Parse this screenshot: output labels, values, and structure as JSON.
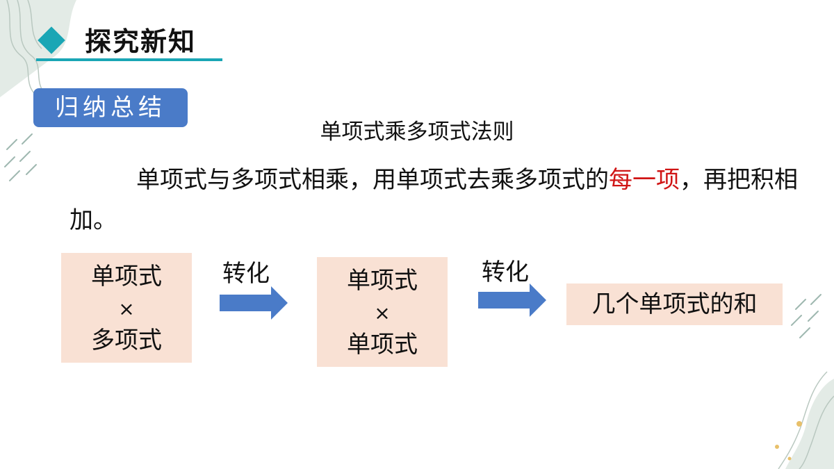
{
  "header": {
    "title": "探究新知"
  },
  "badge": {
    "label": "归纳总结"
  },
  "rule": {
    "title": "单项式乘多项式法则",
    "text_before": "单项式与多项式相乘，用单项式去乘多项式的",
    "highlight": "每一项",
    "text_after": "，再把积相加。"
  },
  "flow": {
    "box1": {
      "top": "单项式",
      "op": "×",
      "bottom": "多项式"
    },
    "arrow1_label": "转化",
    "box2": {
      "top": "单项式",
      "op": "×",
      "bottom": "单项式"
    },
    "arrow2_label": "转化",
    "box3": {
      "text": "几个单项式的和"
    }
  },
  "colors": {
    "accent": "#1aa6b5",
    "badge": "#4a7bc8",
    "highlight": "#d01515",
    "box_fill": "#f9e1d4",
    "arrow": "#4a7bc8"
  }
}
